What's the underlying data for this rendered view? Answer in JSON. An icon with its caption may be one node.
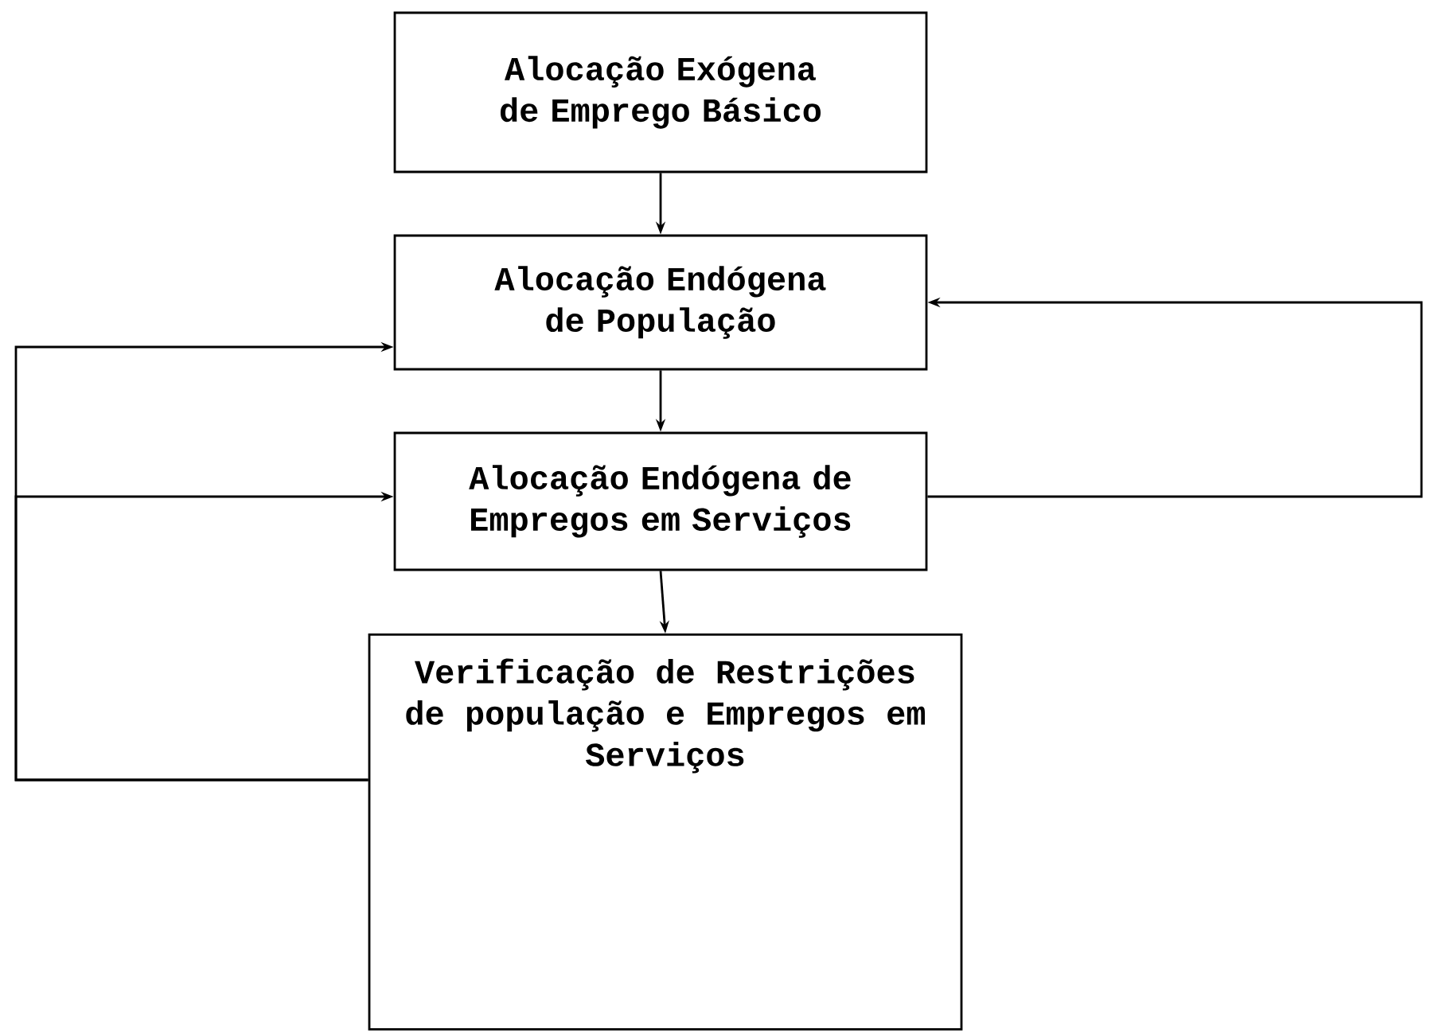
{
  "diagram": {
    "nodes": [
      {
        "text": [
          "Alocação Exógena de Emprego Básico"
        ]
      },
      {
        "text": [
          "Alocação Endógena de População"
        ]
      },
      {
        "text": [
          "Alocação Endógena de Empregos em Serviços"
        ]
      },
      {
        "text": [
          "Verificação de Restrições de população e Empregos em Serviços"
        ]
      }
    ],
    "edges": [
      {
        "from": 0,
        "to": 1,
        "arrow": "to"
      },
      {
        "from": 1,
        "to": 2,
        "arrow": "to"
      },
      {
        "from": 2,
        "to": 3,
        "arrow": "to"
      },
      {
        "from": 3,
        "to": 1,
        "arrow": "to"
      },
      {
        "from": 3,
        "to": 2,
        "arrow": "to"
      },
      {
        "from": 2,
        "to": 1,
        "arrow": "to"
      }
    ]
  }
}
